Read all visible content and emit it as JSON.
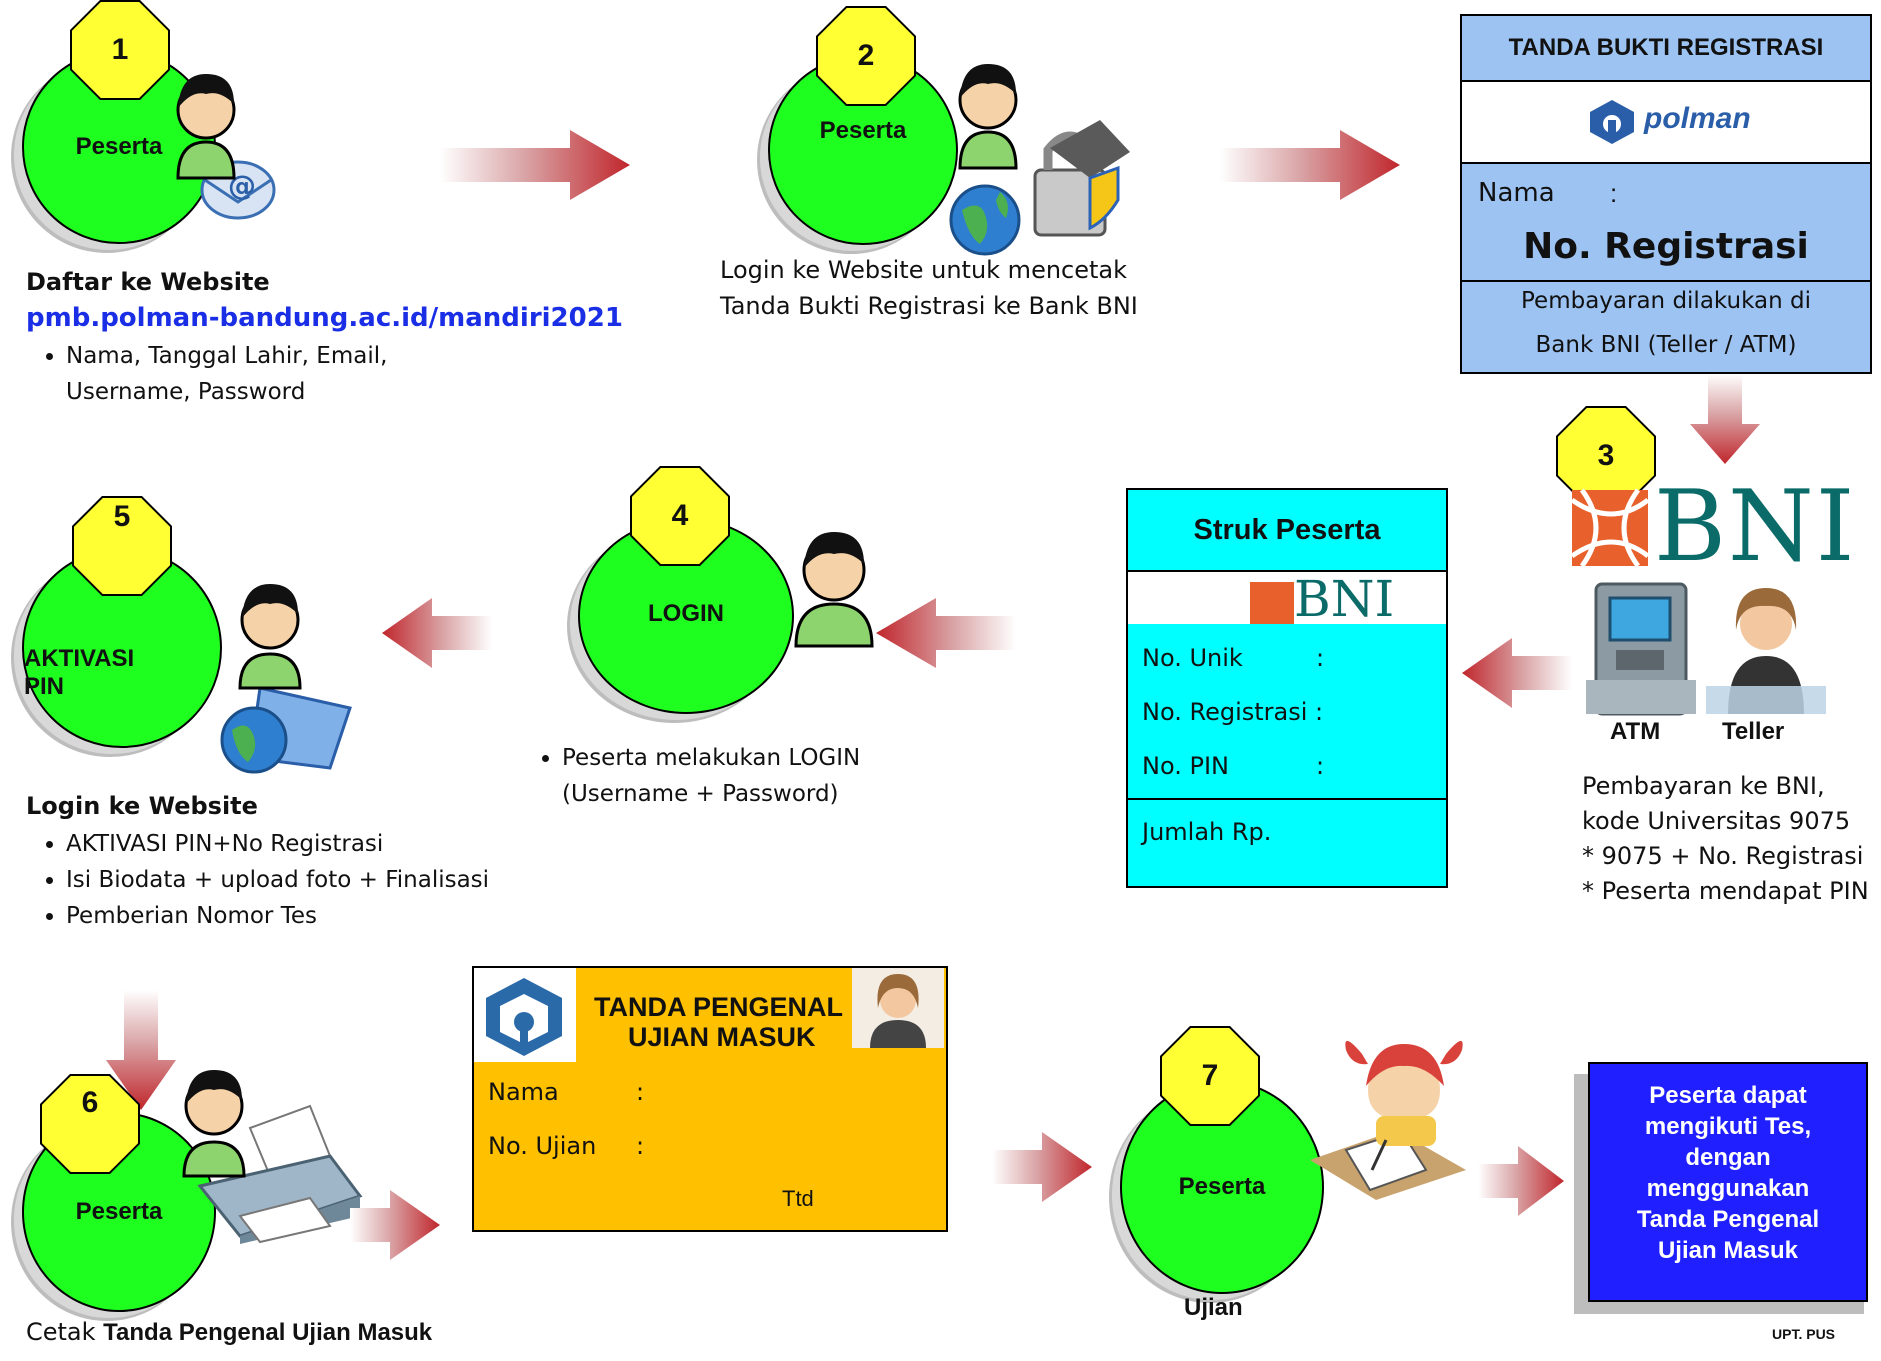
{
  "steps": {
    "s1": {
      "num": "1",
      "circle": "Peserta",
      "title": "Daftar  ke Website",
      "url": "pmb.polman-bandung.ac.id/mandiri2021",
      "bullets": [
        "Nama, Tanggal Lahir, Email,",
        "Username, Password"
      ]
    },
    "s2": {
      "num": "2",
      "circle": "Peserta",
      "desc_l1": "Login ke Website untuk mencetak",
      "desc_l2": "Tanda Bukti Registrasi ke Bank BNI"
    },
    "s3": {
      "num": "3",
      "atm": "ATM",
      "teller": "Teller",
      "desc": [
        "Pembayaran ke BNI,",
        "kode  Universitas  9075",
        "* 9075 + No. Registrasi",
        "* Peserta mendapat PIN"
      ]
    },
    "s4": {
      "num": "4",
      "circle": "LOGIN",
      "bullets": [
        "Peserta melakukan LOGIN",
        "(Username + Password)"
      ]
    },
    "s5": {
      "num": "5",
      "circle_l1": "AKTIVASI",
      "circle_l2": "PIN",
      "title": "Login ke Website",
      "bullets": [
        "AKTIVASI PIN+No Registrasi",
        "Isi Biodata + upload foto + Finalisasi",
        "Pemberian Nomor Tes"
      ]
    },
    "s6": {
      "num": "6",
      "circle": "Peserta",
      "caption_prefix": "Cetak ",
      "caption_bold": "Tanda Pengenal Ujian Masuk"
    },
    "s7": {
      "num": "7",
      "circle": "Peserta",
      "caption": "Ujian"
    }
  },
  "registration_card": {
    "header": "TANDA BUKTI REGISTRASI",
    "logo": "polman",
    "nama_label": "Nama",
    "colon": ":",
    "no_reg": "No. Registrasi",
    "pay_l1": "Pembayaran dilakukan di",
    "pay_l2": "Bank BNI (Teller / ATM)"
  },
  "bni_logo": "BNI",
  "receipt": {
    "title": "Struk Peserta",
    "logo": "BNI",
    "rows": [
      {
        "label": "No. Unik",
        "colon": ":"
      },
      {
        "label": "No. Registrasi :",
        "colon": ""
      },
      {
        "label": "No. PIN",
        "colon": ":"
      }
    ],
    "total": "Jumlah Rp."
  },
  "id_card": {
    "title_l1": "TANDA PENGENAL",
    "title_l2": "UJIAN MASUK",
    "nama": "Nama",
    "colon": ":",
    "no_ujian": "No. Ujian",
    "ttd": "Ttd"
  },
  "final_box": {
    "lines": [
      "Peserta dapat",
      "mengikuti Tes,",
      "dengan",
      "menggunakan",
      "Tanda Pengenal",
      "Ujian Masuk"
    ]
  },
  "footer": "UPT. PUS",
  "colors": {
    "green": "#1fff1f",
    "yellow": "#ffff33",
    "arrow": "#c0262c",
    "blue_card": "#9dc3f2",
    "cyan": "#00ffff",
    "gold": "#ffc000",
    "final_blue": "#1f1fff"
  }
}
